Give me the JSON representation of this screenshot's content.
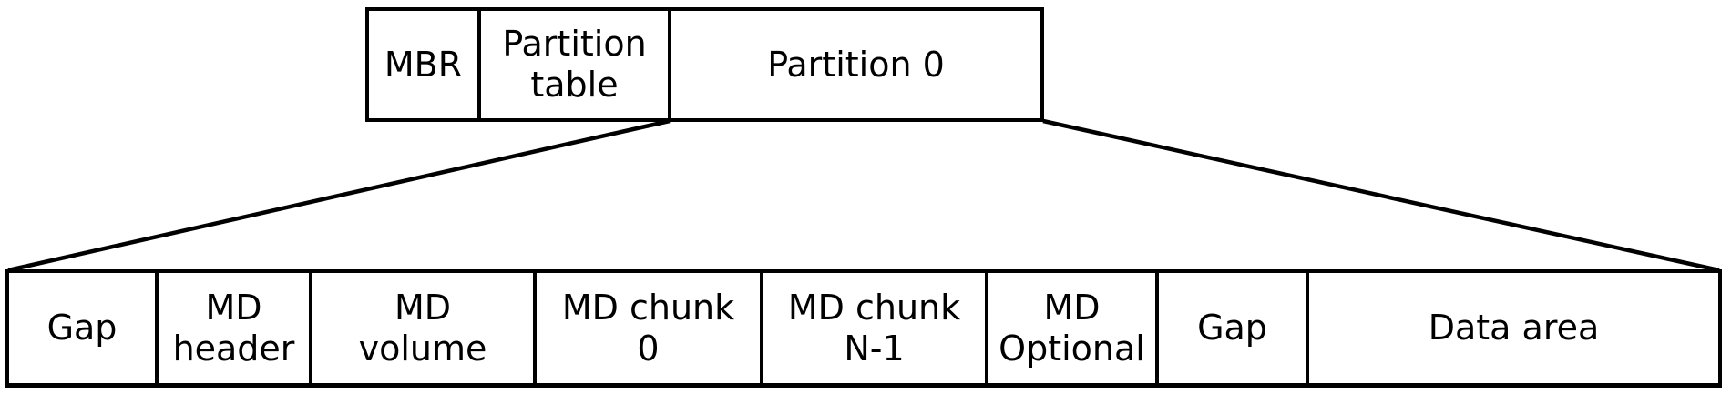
{
  "diagram": {
    "top_row": {
      "cells": [
        {
          "label": "MBR"
        },
        {
          "label": "Partition\ntable"
        },
        {
          "label": "Partition 0"
        }
      ]
    },
    "bottom_row": {
      "cells": [
        {
          "label": "Gap"
        },
        {
          "label": "MD\nheader"
        },
        {
          "label": "MD\nvolume"
        },
        {
          "label": "MD chunk\n0"
        },
        {
          "label": "MD chunk\nN-1"
        },
        {
          "label": "MD\nOptional"
        },
        {
          "label": "Gap"
        },
        {
          "label": "Data area"
        }
      ]
    },
    "colors": {
      "line": "#000000",
      "background": "#ffffff"
    }
  }
}
